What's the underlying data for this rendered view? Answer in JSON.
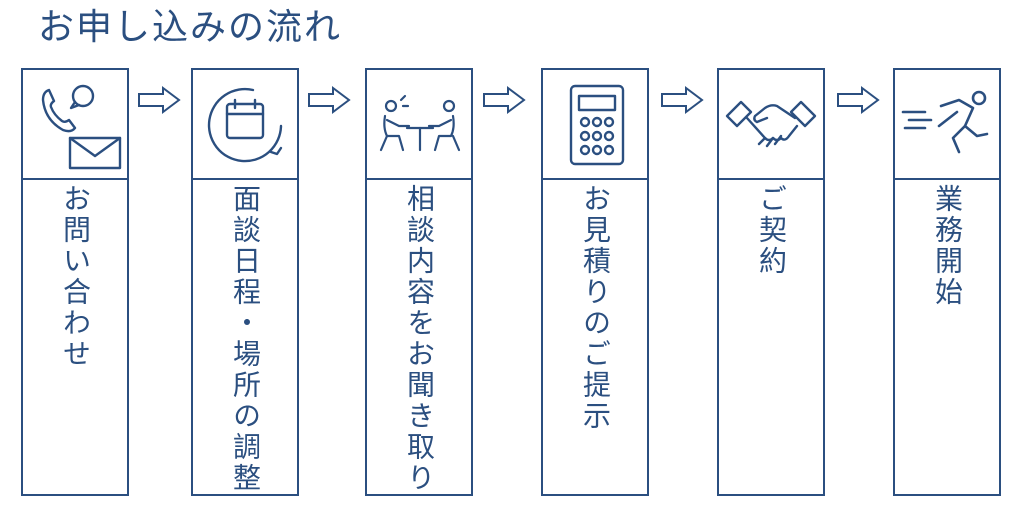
{
  "title": "お申し込みの流れ",
  "steps": [
    {
      "label": "お問い合わせ",
      "icon": "phone-mail-icon"
    },
    {
      "label": "面談日程・場所の調整",
      "icon": "calendar-icon"
    },
    {
      "label": "相談内容をお聞き取り",
      "icon": "consultation-icon"
    },
    {
      "label": "お見積りのご提示",
      "icon": "calculator-icon"
    },
    {
      "label": "ご契約",
      "icon": "handshake-icon"
    },
    {
      "label": "業務開始",
      "icon": "running-person-icon"
    }
  ],
  "colors": {
    "primary": "#2b4f80",
    "background": "#ffffff"
  }
}
